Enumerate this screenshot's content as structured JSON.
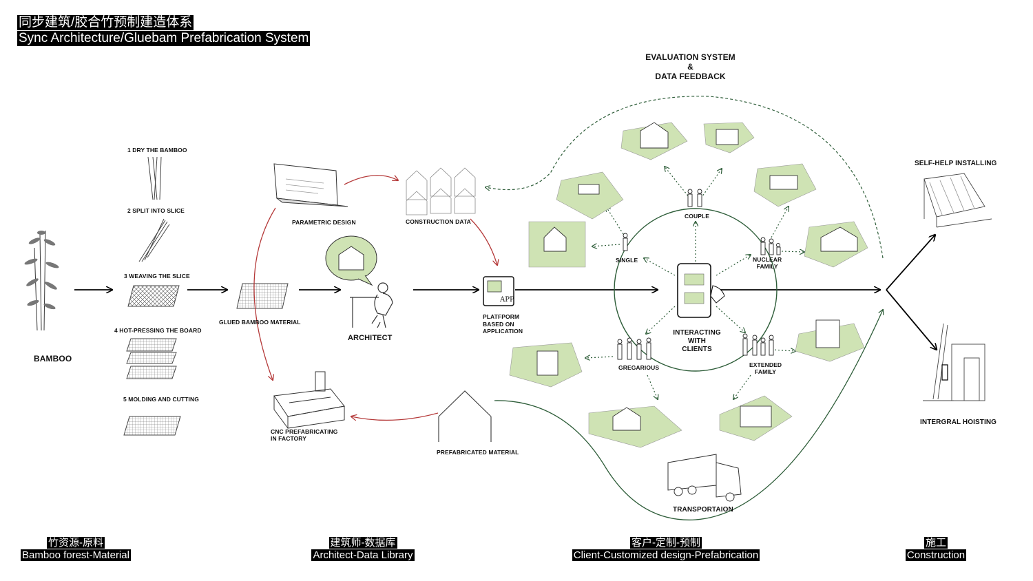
{
  "title": {
    "line1": "同步建筑/胶合竹预制建造体系",
    "line2": "Sync Architecture/Gluebam Prefabrication System"
  },
  "evaluation": {
    "line1": "EVALUATION SYSTEM",
    "line2": "&",
    "line3": "DATA FEEDBACK"
  },
  "bamboo": "BAMBOO",
  "steps": [
    "1 DRY THE BAMBOO",
    "2 SPLIT INTO SLICE",
    "3 WEAVING THE SLICE",
    "4 HOT-PRESSING THE BOARD",
    "5 MOLDING AND CUTTING"
  ],
  "glued": "GLUED BAMBOO MATERIAL",
  "parametric": "PARAMETRIC  DESIGN",
  "construction_data": "CONSTRUCTION DATA",
  "architect": "ARCHITECT",
  "platform": {
    "line1": "PLATFPORM",
    "line2": "BASED ON",
    "line3": "APPLICATION",
    "app": "APP"
  },
  "cnc": {
    "line1": "CNC PREFABRICATING",
    "line2": "IN FACTORY"
  },
  "prefab": "PREFABRICATED MATERIAL",
  "clients": {
    "couple": "COUPLE",
    "single": "SINGLE",
    "nuclear1": "NUCLEAR",
    "nuclear2": "FAMILY",
    "gregarious": "GREGARIOUS",
    "extended1": "EXTENDED",
    "extended2": "FAMILY",
    "interacting1": "INTERACTING",
    "interacting2": "WITH",
    "interacting3": "CLIENTS"
  },
  "transport": "TRANSPORTAION",
  "self_help": "SELF-HELP INSTALLING",
  "hoisting": "INTERGRAL HOISTING",
  "footer": [
    {
      "cn": "竹资源-原料",
      "en": "Bamboo forest-Material"
    },
    {
      "cn": "建筑师-数据库",
      "en": "Architect-Data Library"
    },
    {
      "cn": "客户-定制-预制",
      "en": "Client-Customized design-Prefabrication"
    },
    {
      "cn": "施工",
      "en": "Construction"
    }
  ],
  "colors": {
    "green_accent": "#2f5e3a",
    "red_arrow": "#b53a3a",
    "light_green": "#cfe3b4"
  }
}
